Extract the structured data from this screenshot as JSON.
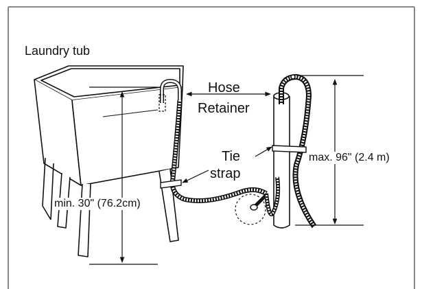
{
  "labels": {
    "tub": "Laundry tub",
    "hose": "Hose",
    "retainer": "Retainer",
    "tie": "Tie",
    "strap": "strap",
    "min_height": "min. 30\" (76.2cm)",
    "max_height": "max. 96\" (2.4 m)"
  },
  "colors": {
    "line": "#111111",
    "frame": "#888888",
    "background": "#ffffff"
  }
}
